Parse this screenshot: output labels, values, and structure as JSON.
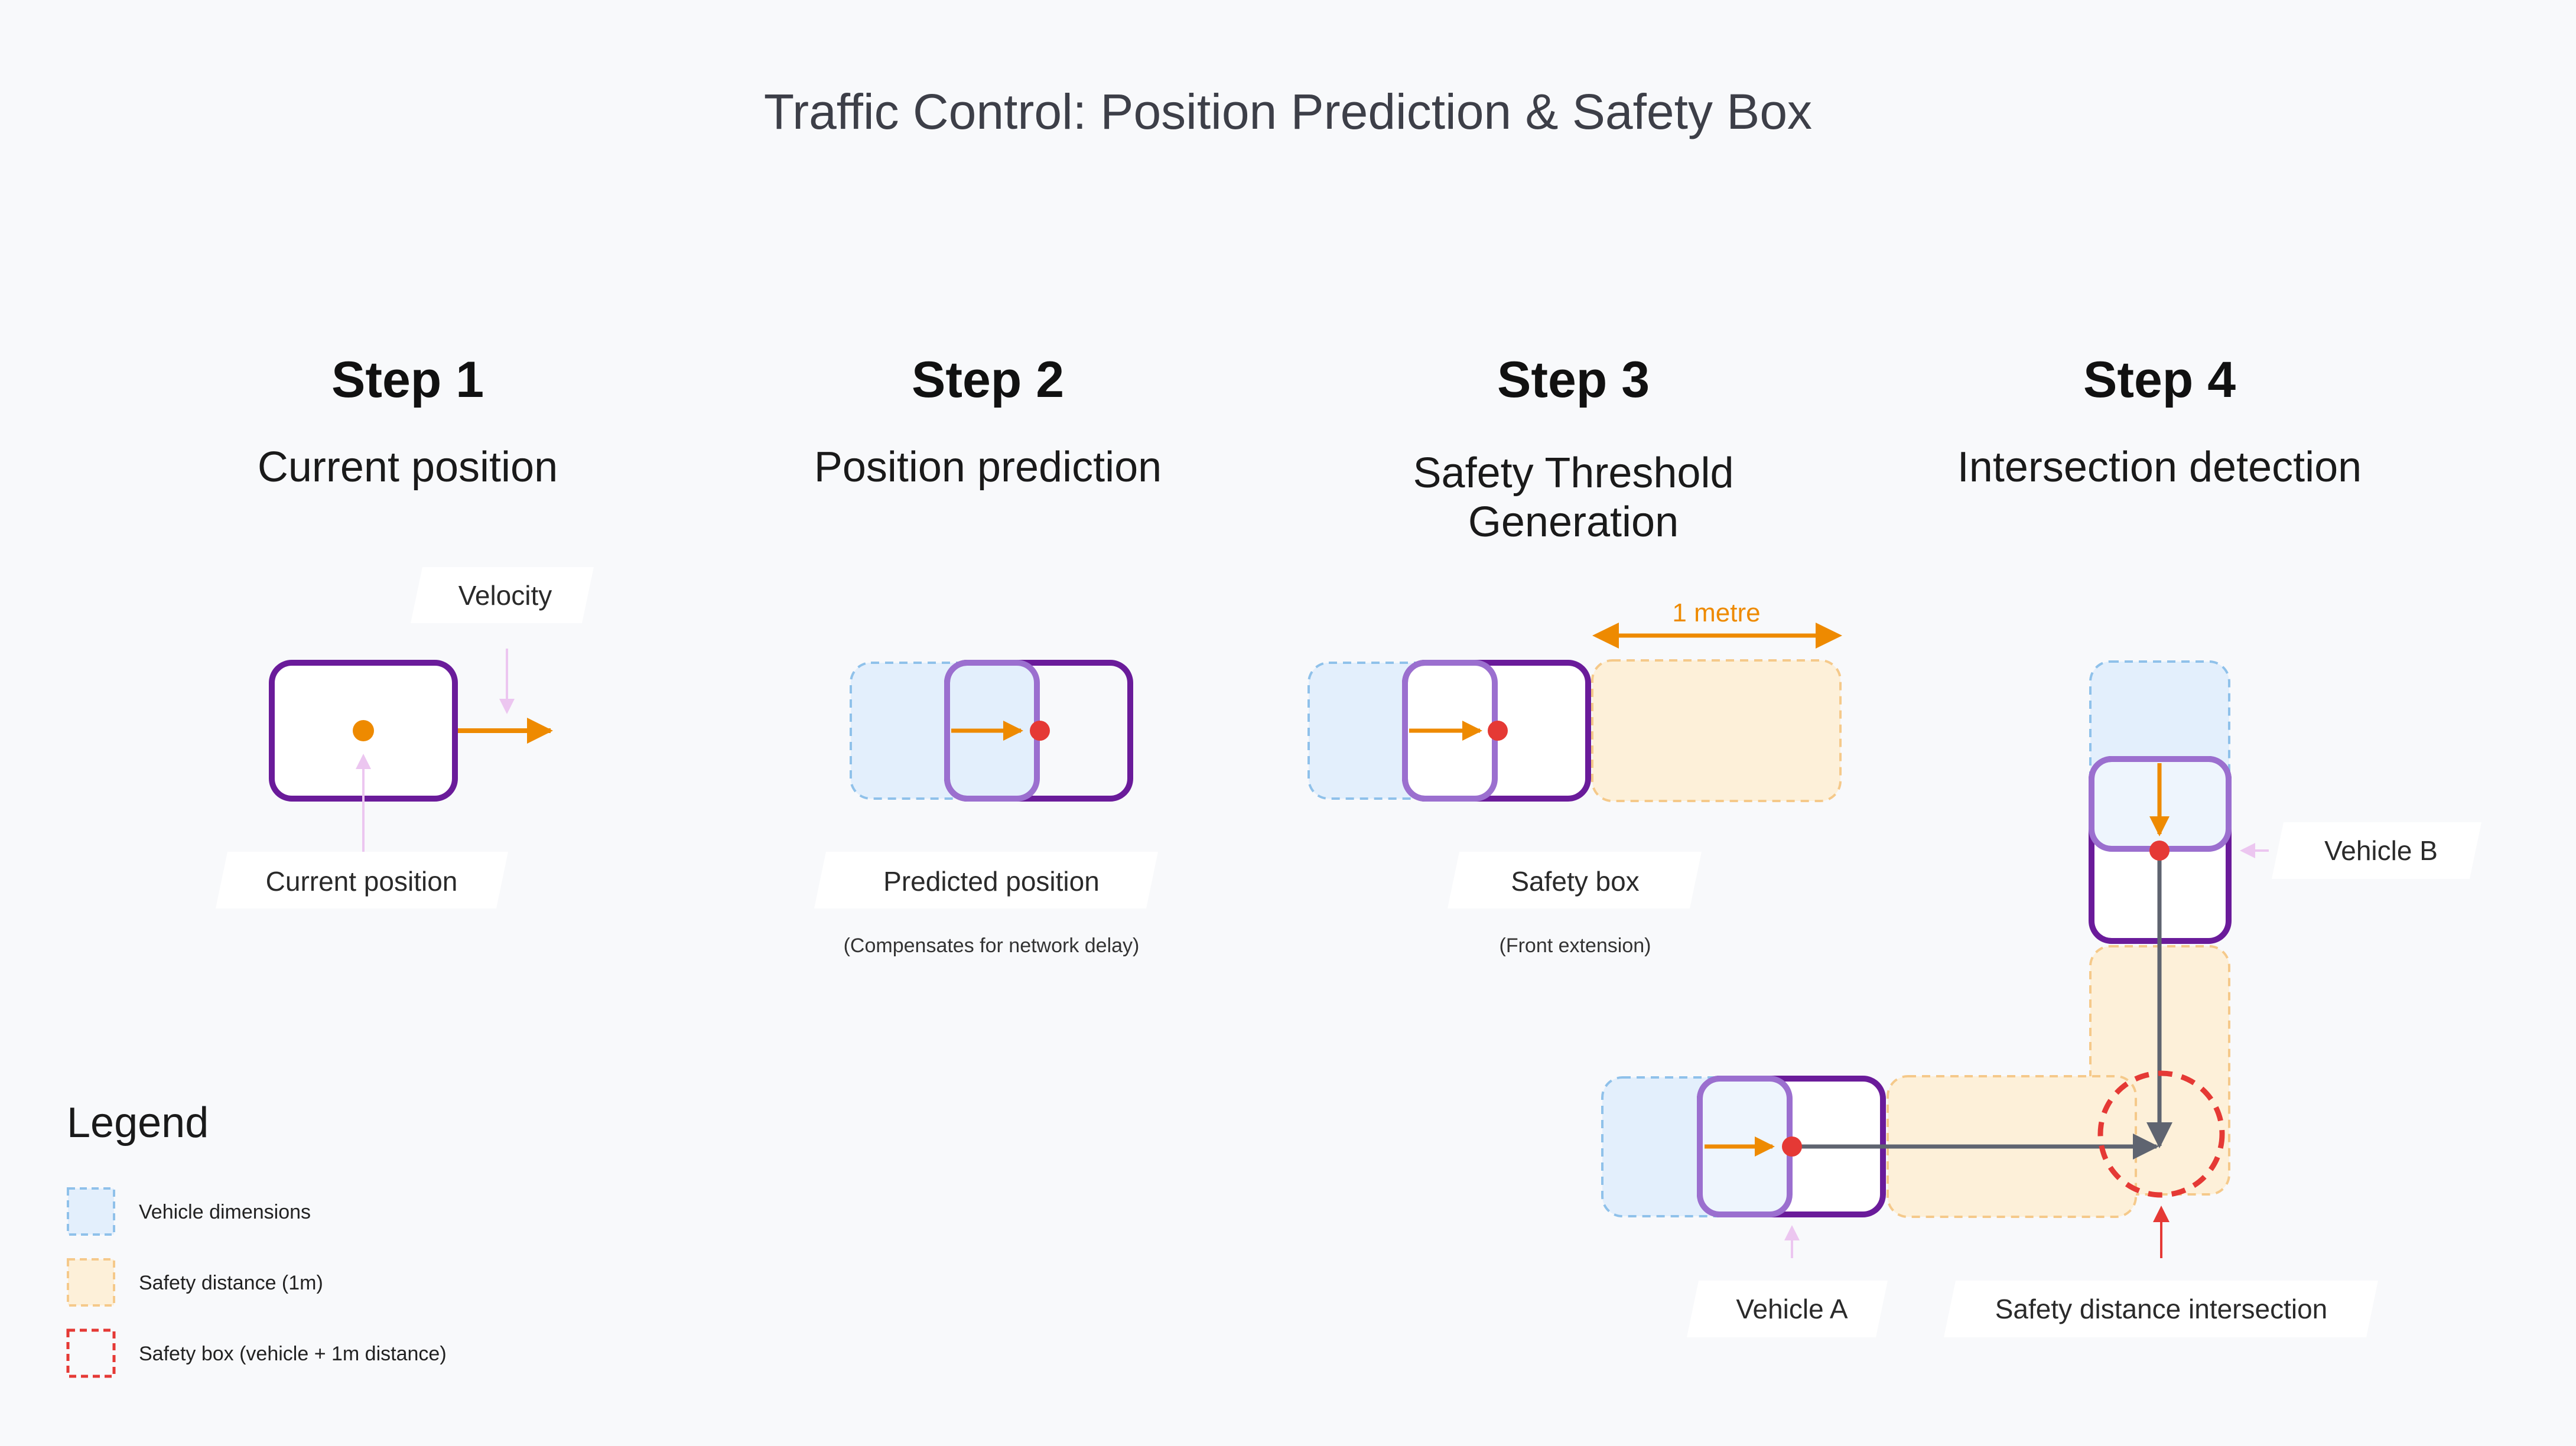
{
  "title": "Traffic Control: Position Prediction & Safety Box",
  "steps": [
    {
      "step": "Step 1",
      "subtitle": [
        "Current position"
      ]
    },
    {
      "step": "Step 2",
      "subtitle": [
        "Position prediction"
      ]
    },
    {
      "step": "Step 3",
      "subtitle": [
        "Safety Threshold",
        "Generation"
      ]
    },
    {
      "step": "Step 4",
      "subtitle": [
        "Intersection detection"
      ]
    }
  ],
  "labels": {
    "velocity": "Velocity",
    "current_position": "Current position",
    "predicted_position": "Predicted position",
    "predicted_note": "(Compensates for network delay)",
    "safety_box": "Safety box",
    "safety_note": "(Front extension)",
    "one_metre": "1 metre",
    "vehicle_b": "Vehicle B",
    "vehicle_a": "Vehicle A",
    "intersection": "Safety distance intersection"
  },
  "legend": {
    "title": "Legend",
    "items": [
      {
        "label": "Vehicle dimensions",
        "kind": "vehicle"
      },
      {
        "label": "Safety distance (1m)",
        "kind": "safety"
      },
      {
        "label": "Safety box (vehicle + 1m distance)",
        "kind": "box"
      }
    ]
  },
  "colors": {
    "vehicle_outline": "#6a1b9a",
    "vehicle_ghost": "#9b6fcf",
    "vehicle_fill": "#e3effc",
    "vehicle_dash": "#8fc1ea",
    "safety_fill": "#fdf0d9",
    "safety_dash": "#f5c98a",
    "orange": "#ee8a00",
    "red": "#e53935",
    "pink": "#ecc6f0",
    "gray": "#5f6470"
  }
}
